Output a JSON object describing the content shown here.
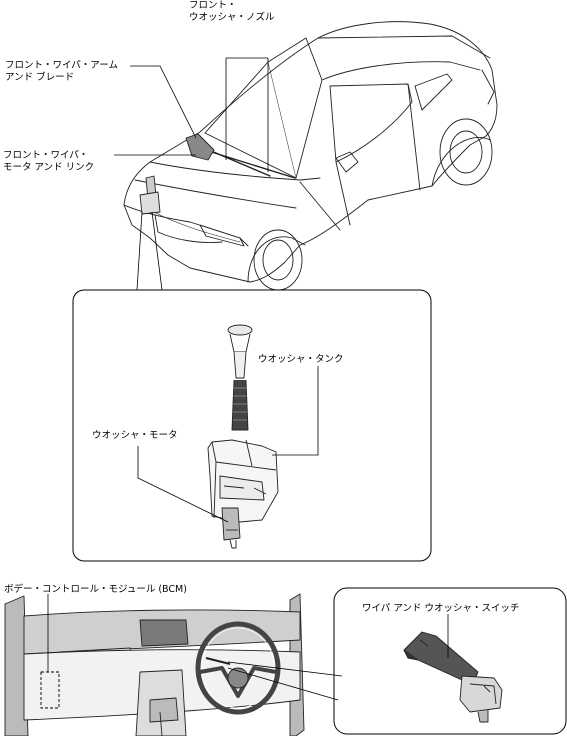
{
  "labels": {
    "front_washer_nozzle": [
      "フロント・",
      "ウオッシャ・ノズル"
    ],
    "front_wiper_arm_blade": [
      "フロント・ワイパ・アーム",
      "アンド ブレード"
    ],
    "front_wiper_motor_link": [
      "フロント・ワイパ・",
      "モータ アンド リンク"
    ],
    "washer_tank": "ウオッシャ・タンク",
    "washer_motor": "ウオッシャ・モータ",
    "bcm": "ボデー・コントロール・モジュール (BCM)",
    "wiper_washer_switch": "ワイパ アンド ウオッシャ・スイッチ"
  }
}
